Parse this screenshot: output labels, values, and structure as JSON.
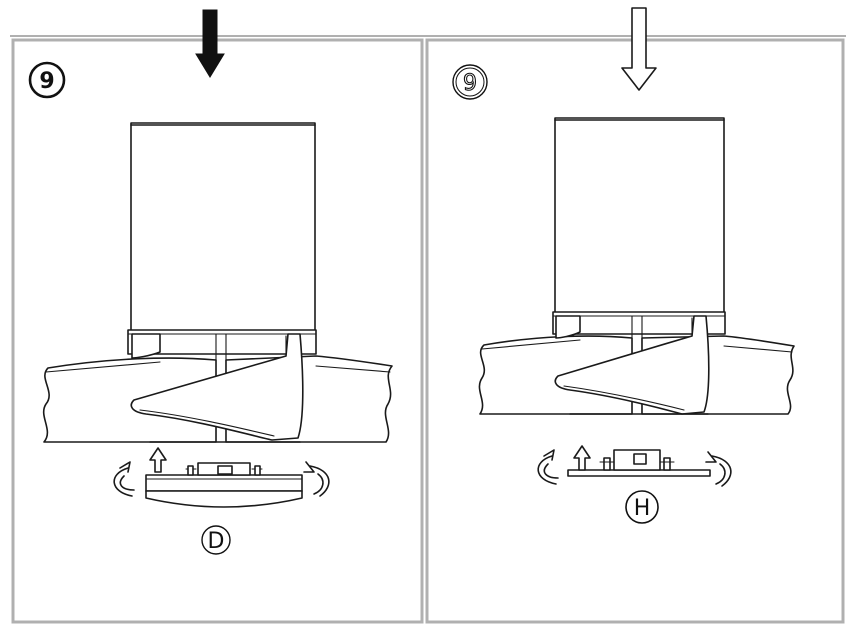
{
  "left_panel": {
    "step_number": "9",
    "part_label": "D",
    "step_style": "filled",
    "arrow_style": "solid"
  },
  "right_panel": {
    "step_number": "9",
    "part_label": "H",
    "step_style": "outlined",
    "arrow_style": "hollow"
  },
  "colors": {
    "line": "#1a1a1a",
    "frame": "#b0b0b0",
    "background": "#ffffff"
  }
}
